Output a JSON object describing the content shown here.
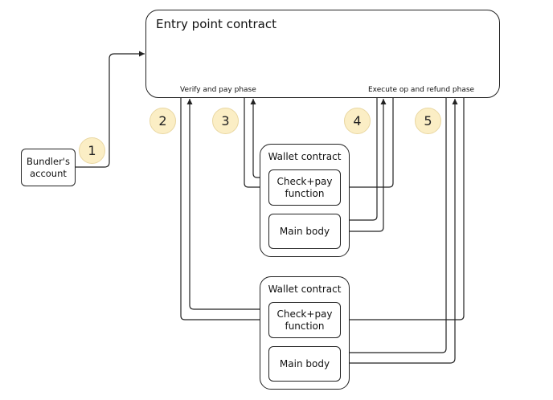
{
  "entry_point": {
    "title": "Entry point contract",
    "verify_phase_label": "Verify and pay phase",
    "execute_phase_label": "Execute op and refund phase"
  },
  "bundler": {
    "label": "Bundler's\naccount"
  },
  "wallets": [
    {
      "title": "Wallet contract",
      "check_pay": "Check+pay\nfunction",
      "main_body": "Main body"
    },
    {
      "title": "Wallet contract",
      "check_pay": "Check+pay\nfunction",
      "main_body": "Main body"
    }
  ],
  "steps": [
    "1",
    "2",
    "3",
    "4",
    "5"
  ],
  "colors": {
    "step_badge_fill": "#fbeec5",
    "stroke": "#222222"
  }
}
